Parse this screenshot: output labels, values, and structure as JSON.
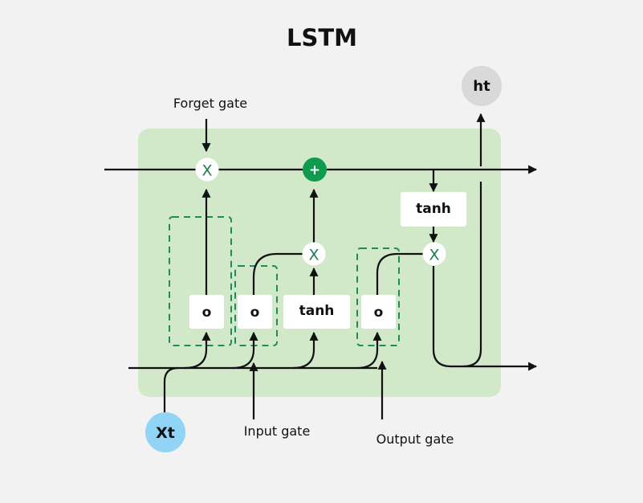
{
  "title": "LSTM",
  "colors": {
    "background": "#f2f2f2",
    "cell_fill": "#d1e8c9",
    "accent_green": "#0e9b4e",
    "multiply_text": "#1f7a55",
    "dash_green": "#1f8a5a",
    "input_node": "#91d4f5",
    "output_node": "#d9d9d9",
    "line": "#111111"
  },
  "labels": {
    "forget_gate": "Forget gate",
    "input_gate": "Input gate",
    "output_gate": "Output gate"
  },
  "nodes": {
    "input": "Xt",
    "output": "ht",
    "add_op": "+",
    "mul_forget": "X",
    "mul_input": "X",
    "mul_output": "X"
  },
  "blocks": {
    "sigma_forget": "o",
    "sigma_input": "o",
    "tanh_candidate": "tanh",
    "sigma_output": "o",
    "tanh_cell": "tanh"
  }
}
